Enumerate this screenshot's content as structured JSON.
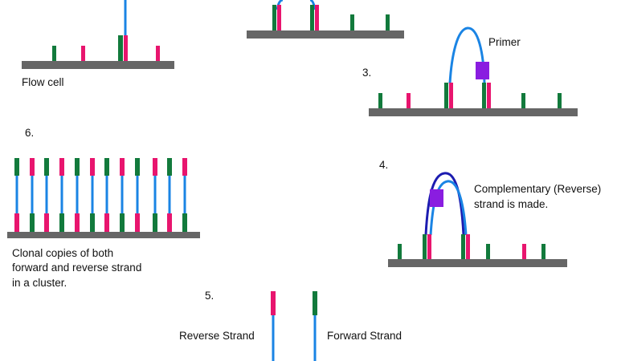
{
  "labels": {
    "flow_cell": "Flow cell",
    "primer": "Primer",
    "step3": "3.",
    "step4": "4.",
    "step5": "5.",
    "step6": "6.",
    "complementary_line1": "Complementary (Reverse)",
    "complementary_line2": "strand is made.",
    "clonal_line1": "Clonal copies of both",
    "clonal_line2": "forward and reverse strand",
    "clonal_line3": "in a cluster.",
    "reverse_strand": "Reverse Strand",
    "forward_strand": "Forward Strand"
  },
  "colors": {
    "flow_cell_bar": "#666666",
    "adapter_green": "#127a3c",
    "adapter_pink": "#e8156e",
    "forward_strand": "#1a84e4",
    "new_reverse_strand": "#1c1cb0",
    "primer_box": "#8a1de0"
  }
}
